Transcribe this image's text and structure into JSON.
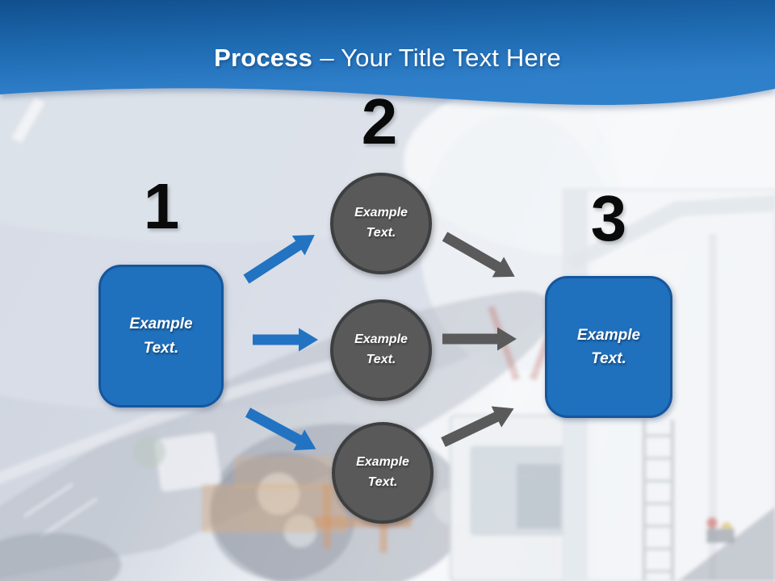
{
  "title": {
    "main": "Process",
    "rest": "– Your Title Text Here"
  },
  "steps": [
    {
      "number": "1",
      "shape": "rounded-rectangle",
      "text": "Example Text."
    },
    {
      "number": "2",
      "shape": "circle-group",
      "items": [
        "Example Text.",
        "Example Text.",
        "Example Text."
      ]
    },
    {
      "number": "3",
      "shape": "rounded-rectangle",
      "text": "Example Text."
    }
  ],
  "arrows": [
    {
      "name": "blue-arrow-up",
      "from": "step-1-box",
      "to": "circle-top",
      "color": "#2273C2"
    },
    {
      "name": "blue-arrow-middle",
      "from": "step-1-box",
      "to": "circle-middle",
      "color": "#2273C2"
    },
    {
      "name": "blue-arrow-down",
      "from": "step-1-box",
      "to": "circle-bottom",
      "color": "#2273C2"
    },
    {
      "name": "gray-arrow-top",
      "from": "circle-top",
      "to": "step-3-box",
      "color": "#5A5A5A"
    },
    {
      "name": "gray-arrow-middle",
      "from": "circle-middle",
      "to": "step-3-box",
      "color": "#5A5A5A"
    },
    {
      "name": "gray-arrow-bottom",
      "from": "circle-bottom",
      "to": "step-3-box",
      "color": "#5A5A5A"
    }
  ],
  "colors": {
    "header_blue_dark": "#10518F",
    "header_blue_light": "#2F80CA",
    "shape_blue": "#1F70BD",
    "shape_blue_border": "#15569C",
    "arrow_blue": "#2273C2",
    "circle_gray": "#595959",
    "circle_gray_border": "#3D3F41",
    "arrow_gray": "#5A5A5A",
    "number_black": "#0A0A0A"
  },
  "background_photo": {
    "description": "faded photo: airplane nose with landing gear, orange cargo loader, white truck with open container"
  }
}
